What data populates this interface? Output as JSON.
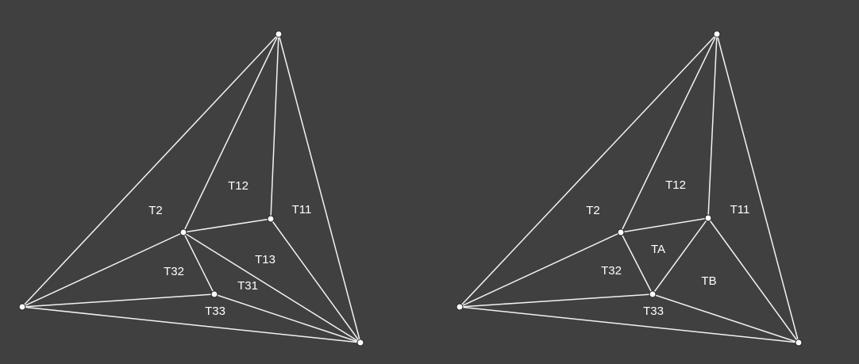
{
  "colors": {
    "background": "#404040",
    "edge": "#f2f2f2",
    "vertex_fill": "#ffffff",
    "label": "#ffffff"
  },
  "diagrams": [
    {
      "labels": [
        "T2",
        "T12",
        "T11",
        "T13",
        "T32",
        "T31",
        "T33"
      ]
    },
    {
      "labels": [
        "T2",
        "T12",
        "T11",
        "TA",
        "T32",
        "TB",
        "T33"
      ]
    }
  ]
}
